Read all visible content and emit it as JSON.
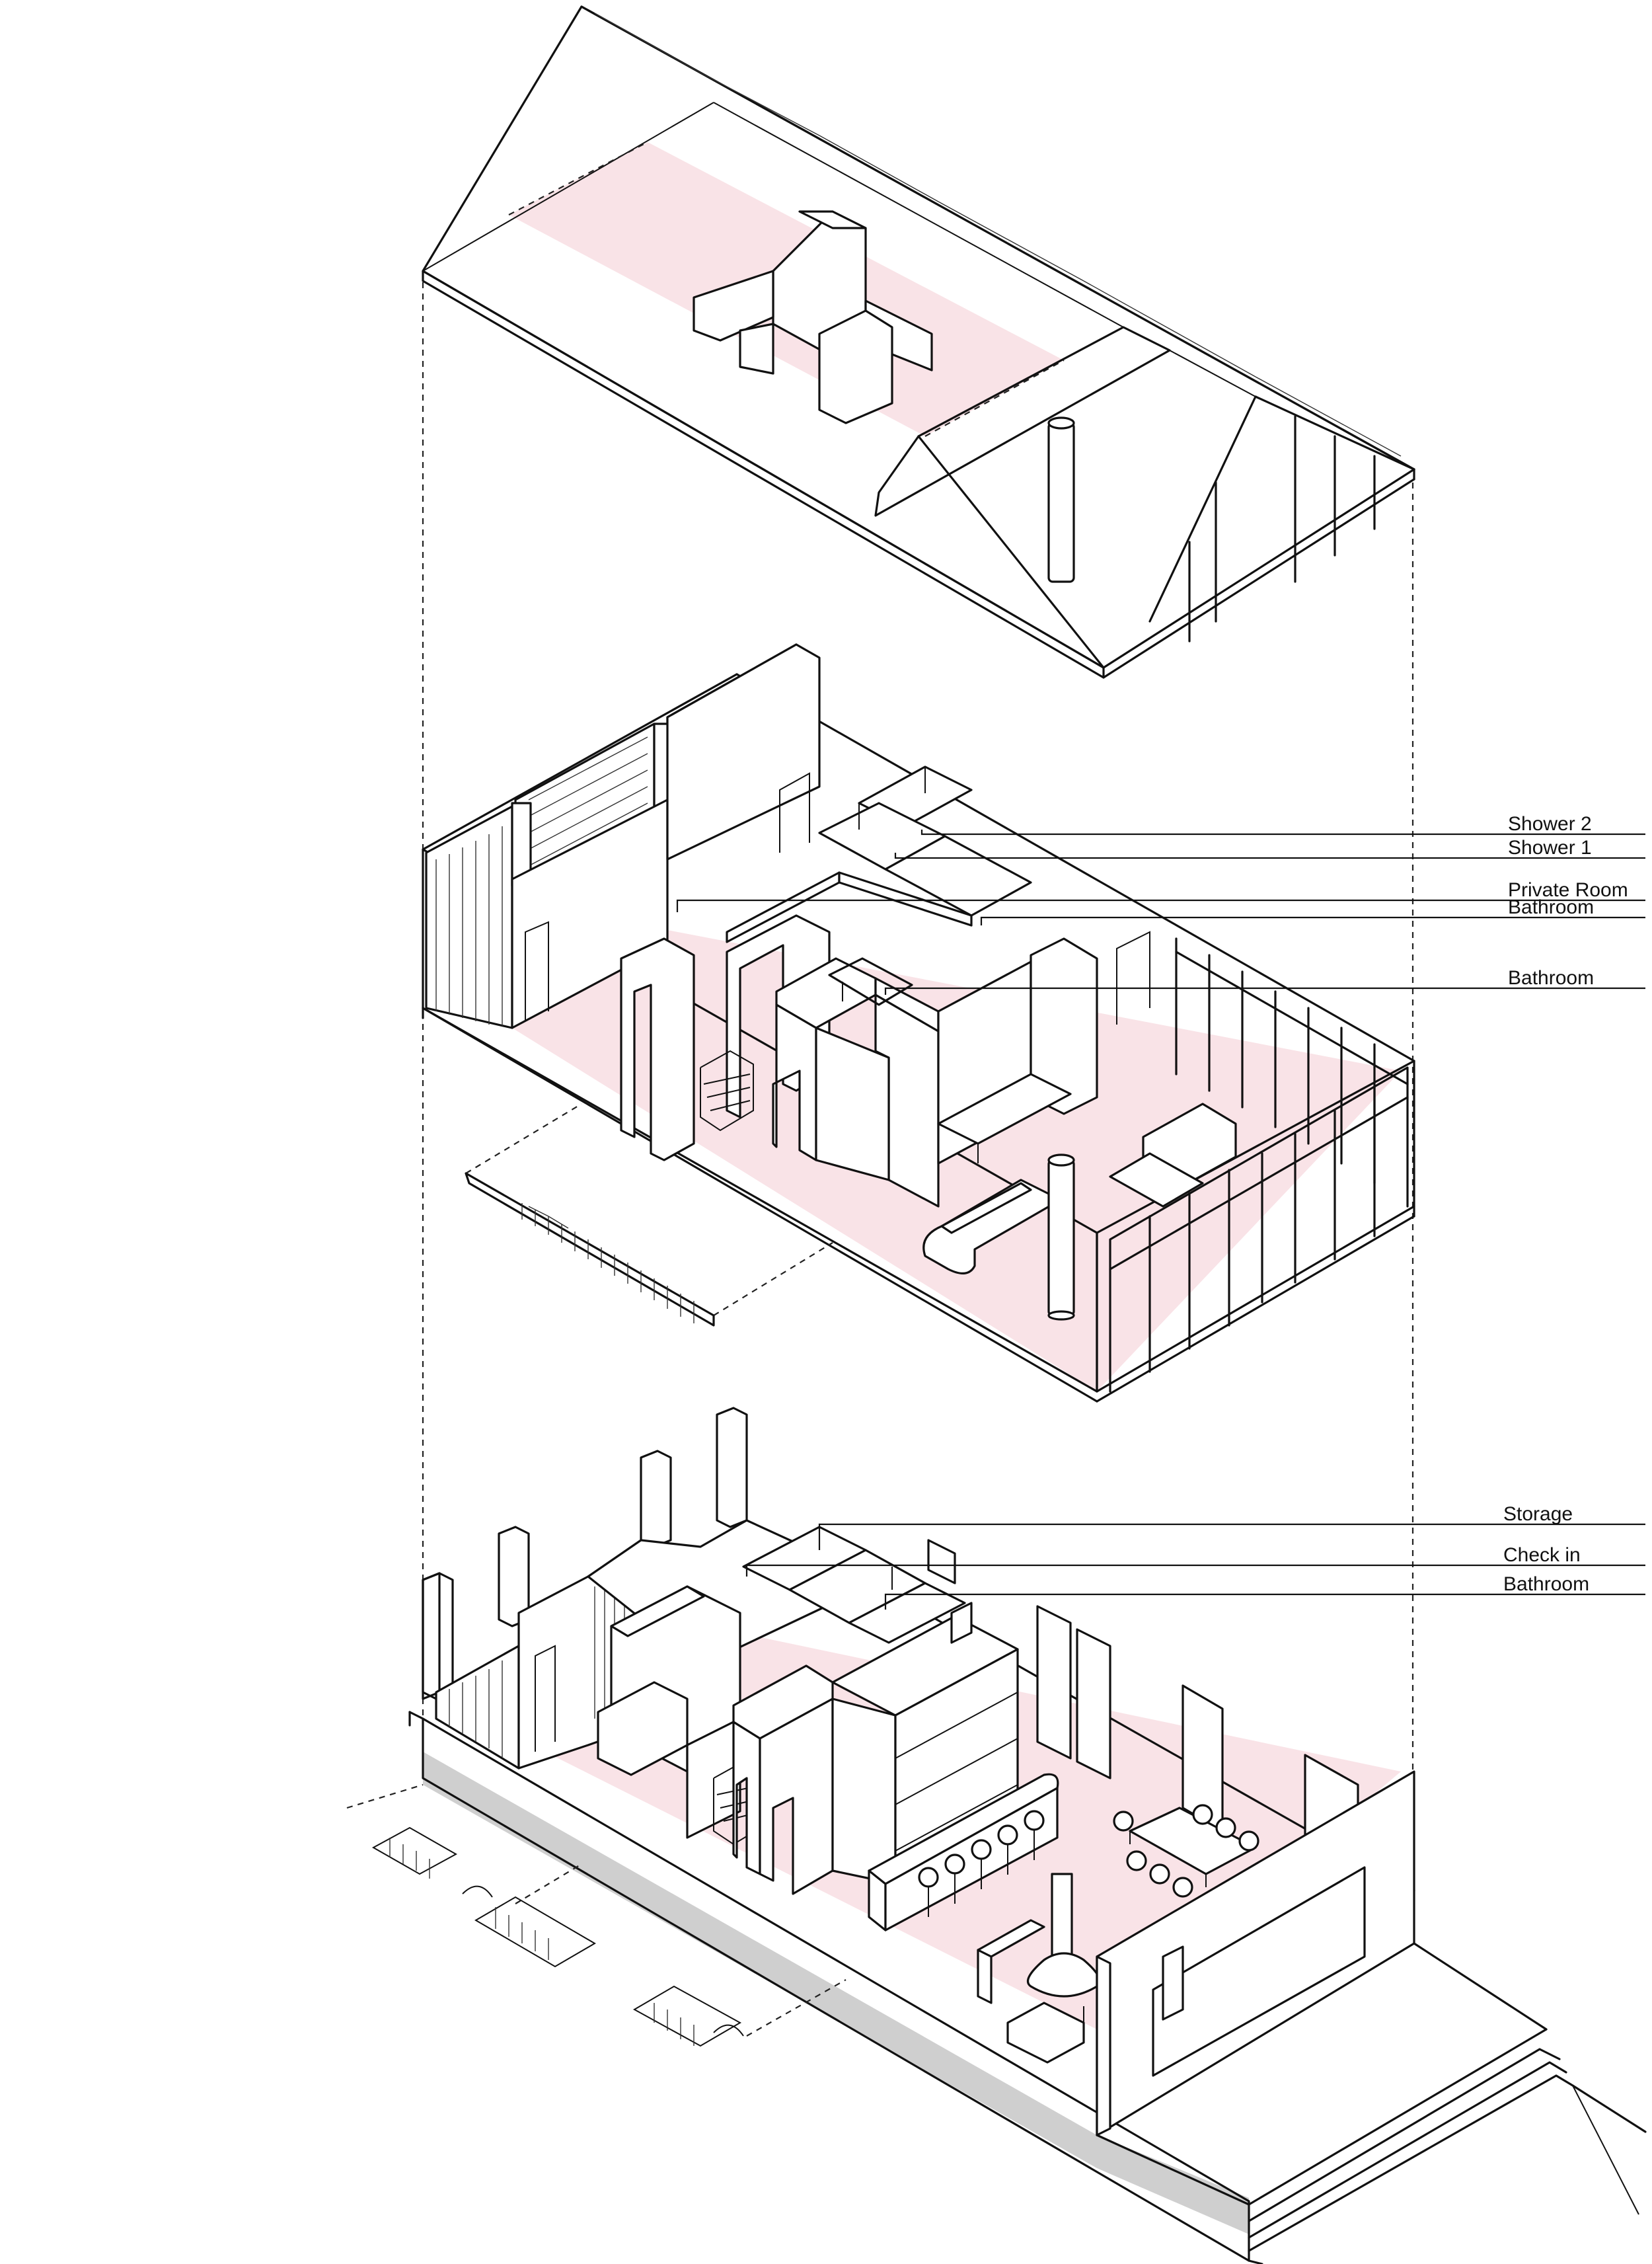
{
  "colors": {
    "floor_tint": "#f9e3e7",
    "line": "#111111",
    "shadow_gray": "#cfcfcf",
    "paper": "#ffffff"
  },
  "labels": {
    "upper_floor": {
      "shower_2": "Shower 2",
      "shower_1": "Shower 1",
      "private_room": "Private Room",
      "bathroom_a": "Bathroom",
      "bathroom_b": "Bathroom"
    },
    "ground_floor": {
      "storage": "Storage",
      "check_in": "Check in",
      "bathroom": "Bathroom"
    }
  }
}
